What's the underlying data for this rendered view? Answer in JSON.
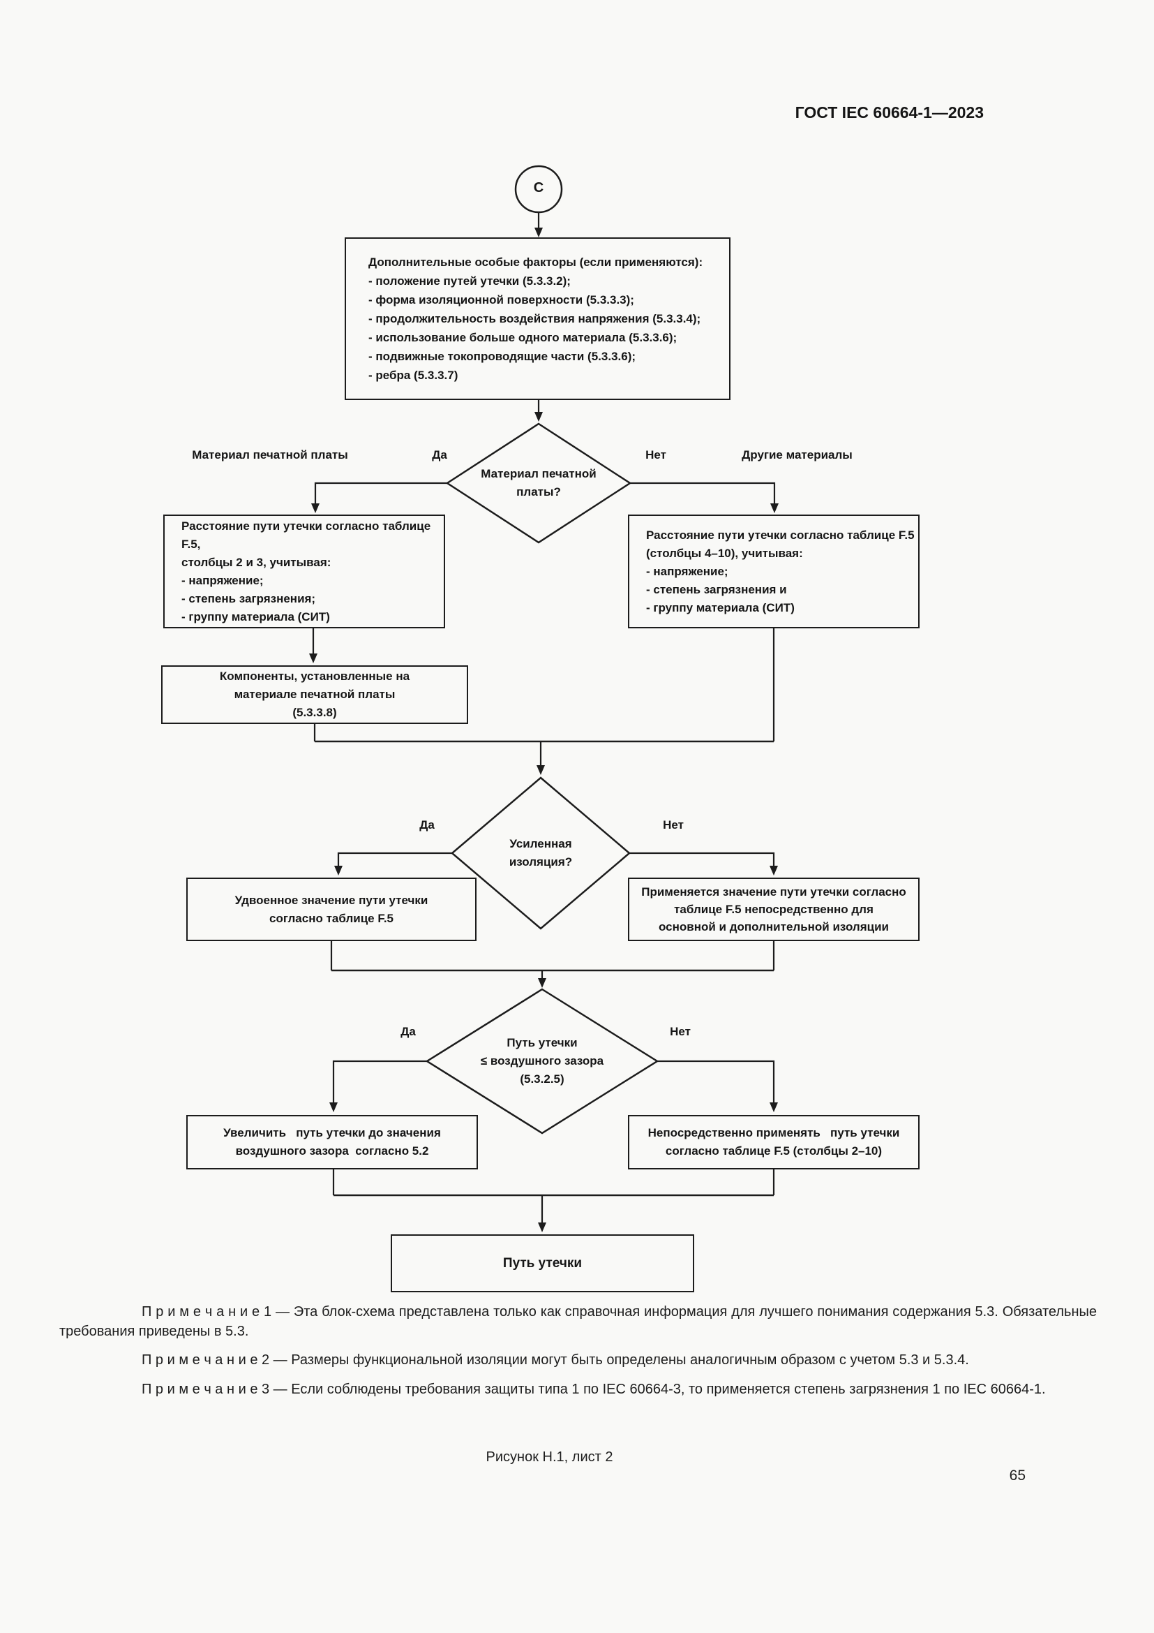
{
  "page": {
    "header": "ГОСТ IEC 60664-1—2023",
    "caption": "Рисунок Н.1, лист 2",
    "page_number": "65"
  },
  "flowchart": {
    "start_connector": "C",
    "factors_box": "Дополнительные особые факторы (если применяются):\n- положение путей утечки (5.3.3.2);\n- форма изоляционной поверхности (5.3.3.3);\n- продолжительность воздействия напряжения (5.3.3.4);\n- использование больше одного материала (5.3.3.6);\n- подвижные токопроводящие части (5.3.3.6);\n- ребра (5.3.3.7)",
    "decision_pcb": {
      "question": "Материал печатной\nплаты?",
      "yes": "Да",
      "no": "Нет",
      "left_branch_label": "Материал печатной платы",
      "right_branch_label": "Другие материалы"
    },
    "pcb_creepage_box": "Расстояние пути утечки согласно таблице F.5,\nстолбцы 2 и 3, учитывая:\n- напряжение;\n- степень загрязнения;\n- группу материала (СИТ)",
    "other_creepage_box": "Расстояние пути утечки согласно таблице F.5\n(столбцы 4–10), учитывая:\n- напряжение;\n- степень загрязнения и\n- группу материала (СИТ)",
    "components_box": "Компоненты, установленные на\nматериале печатной платы\n(5.3.3.8)",
    "decision_reinforced": {
      "question": "Усиленная\nизоляция?",
      "yes": "Да",
      "no": "Нет"
    },
    "doubled_value_box": "Удвоенное значение пути утечки\nсогласно таблице F.5",
    "applied_value_box": "Применяется значение пути утечки согласно\nтаблице F.5 непосредственно для\nосновной и дополнительной изоляции",
    "decision_creepage_vs_clearance": {
      "question": "Путь утечки\n≤ воздушного зазора\n(5.3.2.5)",
      "yes": "Да",
      "no": "Нет"
    },
    "increase_box": "Увеличить   путь утечки до значения\nвоздушного зазора  согласно 5.2",
    "direct_apply_box": "Непосредственно применять   путь утечки\nсогласно таблице F.5 (столбцы 2–10)",
    "result_box": "Путь утечки"
  },
  "notes": [
    {
      "text": "П р и м е ч а н и е  1 — Эта блок-схема представлена только как справочная информация для лучшего понимания содержания 5.3. Обязательные требования приведены в 5.3."
    },
    {
      "text": "П р и м е ч а н и е  2 — Размеры функциональной изоляции могут быть определены аналогичным образом с учетом 5.3 и 5.3.4."
    },
    {
      "text": "П р и м е ч а н и е  3 — Если соблюдены требования защиты типа 1 по IEC 60664-3, то применяется степень загрязнения 1 по IEC 60664-1."
    }
  ]
}
